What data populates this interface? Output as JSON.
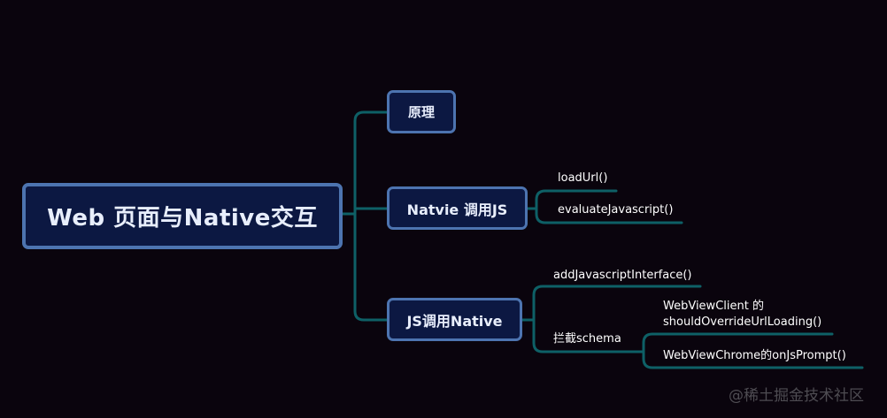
{
  "root": {
    "label": "Web 页面与Native交互"
  },
  "branches": [
    {
      "label": "原理",
      "children": []
    },
    {
      "label": "Natvie 调用JS",
      "children": [
        "loadUrl()",
        "evaluateJavascript()"
      ]
    },
    {
      "label": "JS调用Native",
      "children": [
        "addJavascriptInterface()",
        {
          "label": "拦截schema",
          "children": [
            "WebViewClient 的\nshouldOverrideUrlLoading()",
            "WebViewChrome的onJsPrompt()"
          ]
        }
      ]
    }
  ],
  "watermark": "@稀土掘金技术社区",
  "colors": {
    "background": "#0a040d",
    "node_fill": "#0c1842",
    "node_border": "#4d74b0",
    "connector": "#0e6066",
    "text": "#ffffff"
  }
}
